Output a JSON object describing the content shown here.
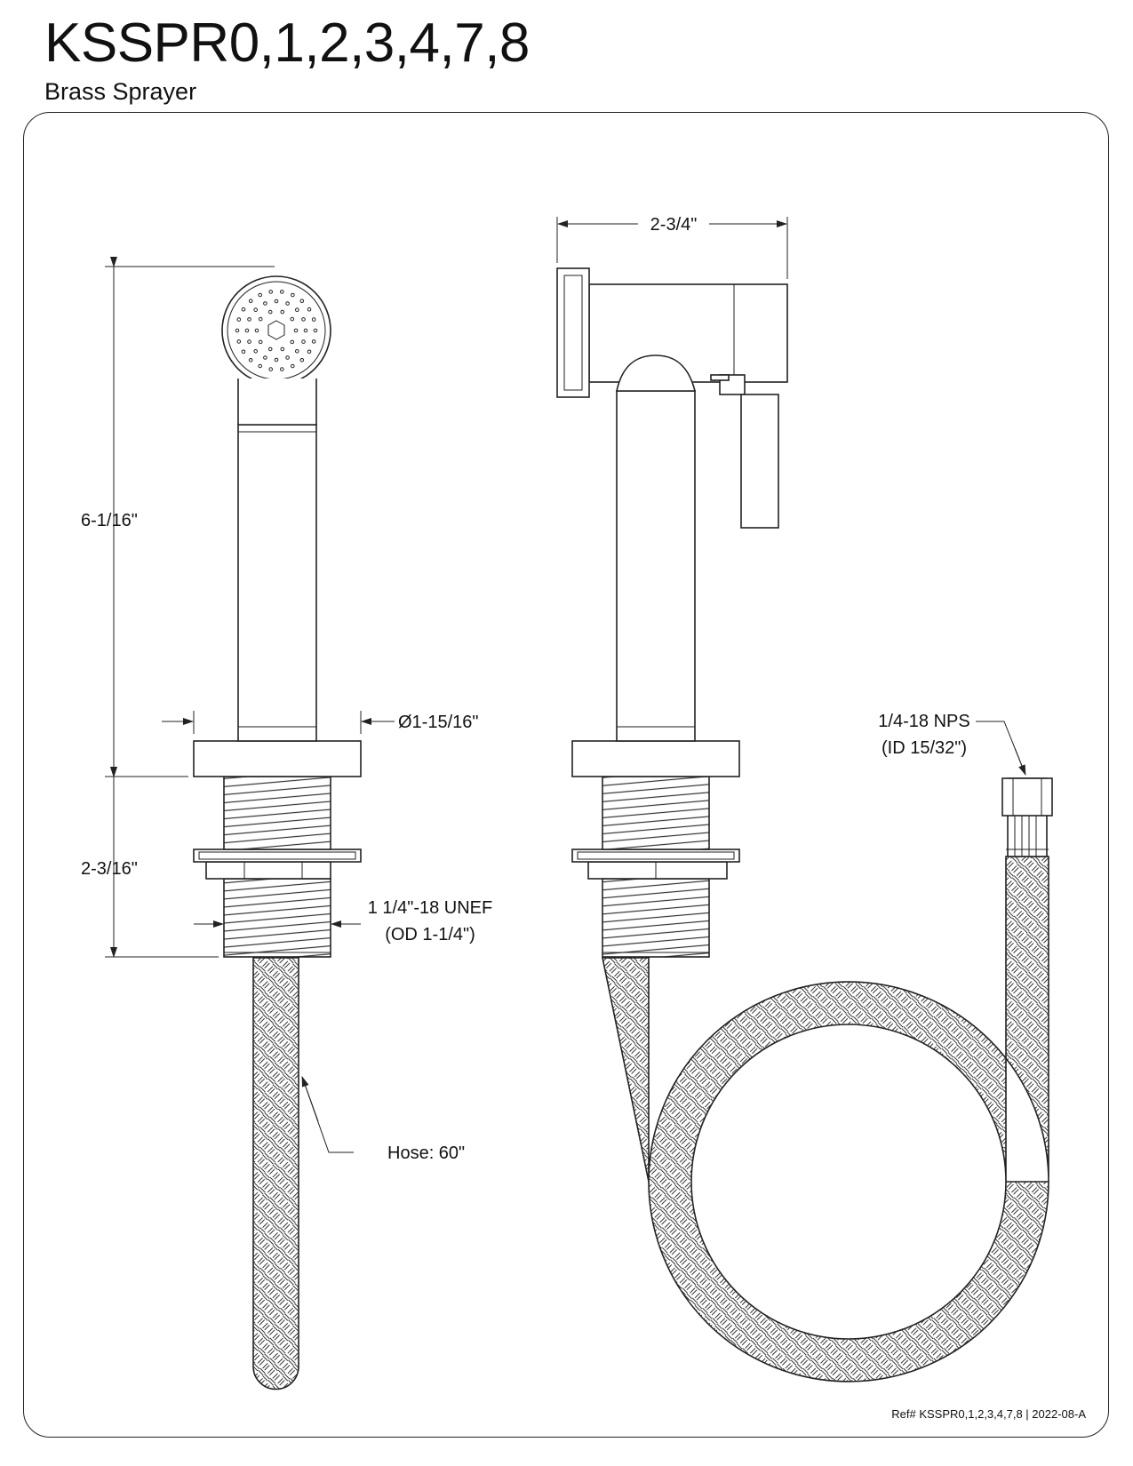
{
  "header": {
    "title": "KSSPR0,1,2,3,4,7,8",
    "subtitle": "Brass Sprayer"
  },
  "dimensions": {
    "height_head": "6-1/16\"",
    "height_shank": "2-3/16\"",
    "diameter": "Ø1-15/16\"",
    "width": "2-3/4\"",
    "thread": "1 1/4\"-18 UNEF",
    "thread_od": "(OD 1-1/4\")",
    "connector": "1/4-18 NPS",
    "connector_id": "(ID 15/32\")",
    "hose": "Hose: 60\""
  },
  "footer": {
    "ref": "Ref# KSSPR0,1,2,3,4,7,8 | 2022-08-A"
  }
}
